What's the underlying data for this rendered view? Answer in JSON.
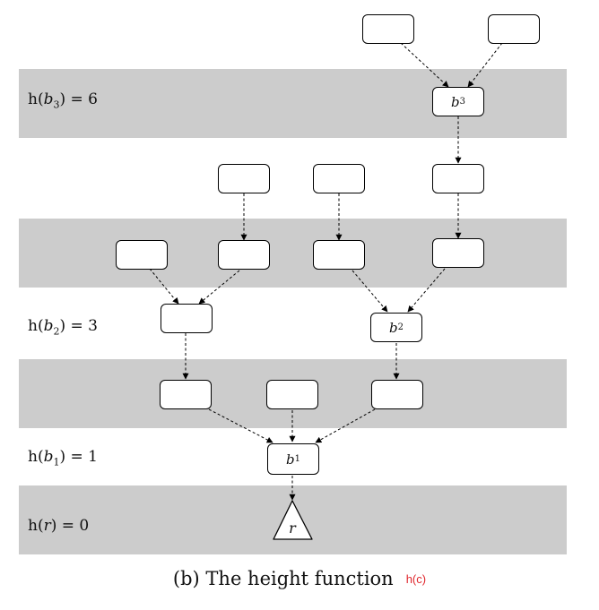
{
  "caption": {
    "text": "(b) The height function",
    "note": "h(c)",
    "note_color": "#e0282e"
  },
  "band_color": "#cccccc",
  "height_labels": [
    {
      "fn": "h(",
      "var": "b",
      "sub": "3",
      "close": ") = 6"
    },
    {
      "fn": "h(",
      "var": "b",
      "sub": "2",
      "close": ") = 3"
    },
    {
      "fn": "h(",
      "var": "b",
      "sub": "1",
      "close": ") = 1"
    },
    {
      "fn": "h(",
      "var": "r",
      "sub": "",
      "close": ") = 0"
    }
  ],
  "nodes": {
    "b3": {
      "var": "b",
      "sub": "3"
    },
    "b2": {
      "var": "b",
      "sub": "2"
    },
    "b1": {
      "var": "b",
      "sub": "1"
    },
    "root": {
      "var": "r"
    }
  }
}
